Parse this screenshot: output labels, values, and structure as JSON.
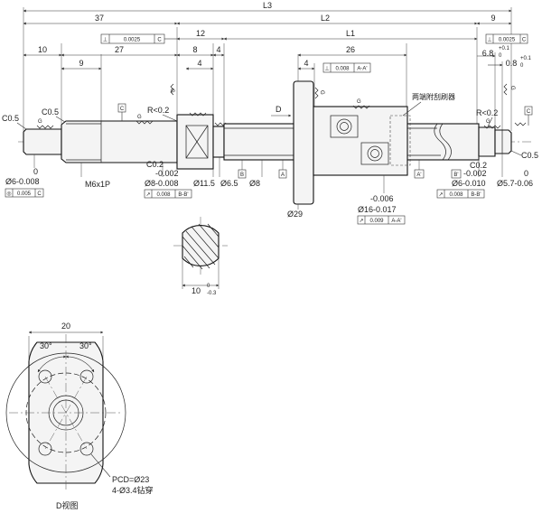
{
  "dimensions": {
    "overall": [
      "L3",
      "L2",
      "L1"
    ],
    "top_row": [
      "37",
      "12",
      "9"
    ],
    "second_row": [
      "10",
      "27",
      "8",
      "4",
      "26"
    ],
    "third_row": [
      "9",
      "4",
      "4"
    ],
    "right_small": [
      "6.8",
      "0.8",
      "+0.1",
      "0"
    ],
    "section_width": "10",
    "section_tol_upper": "0",
    "section_tol_lower": "-0.3",
    "flange_width": "20",
    "flange_angle_left": "30°",
    "flange_angle_right": "30°"
  },
  "diameters": {
    "left_end": "Ø6-0.008",
    "left_end_upper": "0",
    "thread": "M6x1P",
    "bearing_left": "Ø8-0.008",
    "bearing_left_upper": "-0.002",
    "collar": "Ø11.5",
    "neck": "Ø6.5",
    "shaft": "Ø8",
    "flange": "Ø29",
    "nut": "Ø16-0.017",
    "nut_upper": "-0.006",
    "bearing_right": "Ø6-0.010",
    "bearing_right_upper": "-0.002",
    "right_end": "Ø5.7-0.06",
    "right_end_upper": "0"
  },
  "chamfers": {
    "left_end": "C0.5",
    "left_step": "C0.5",
    "left_radius": "R<0.2",
    "left_bottom": "C0.2",
    "right_radius": "R<0.2",
    "right_bottom": "C0.2",
    "right_end": "C0.5"
  },
  "tolerance_frames": {
    "top_left": {
      "symbol": "⊥",
      "value": "0.0025",
      "datum": "C"
    },
    "top_right": {
      "symbol": "⊥",
      "value": "0.0025",
      "datum": "C"
    },
    "flange_face": {
      "symbol": "⊥",
      "value": "0.008",
      "datum": "A-A'"
    },
    "left_coax": {
      "symbol": "◎",
      "value": "0.005",
      "datum": "C"
    },
    "left_runout": {
      "symbol": "↗",
      "value": "0.008",
      "datum": "B-B'"
    },
    "nut_runout": {
      "symbol": "↗",
      "value": "0.009",
      "datum": "A-A'"
    },
    "right_runout": {
      "symbol": "↗",
      "value": "0.008",
      "datum": "B-B'"
    }
  },
  "datums": [
    "C",
    "B",
    "A",
    "A'",
    "B'",
    "C"
  ],
  "roughness": "G",
  "labels": {
    "view_arrow": "D",
    "wiper_note": "两端附刮刷器",
    "pcd": "PCD=Ø23",
    "holes": "4-Ø3.4钻穿",
    "view_title": "D视图"
  }
}
